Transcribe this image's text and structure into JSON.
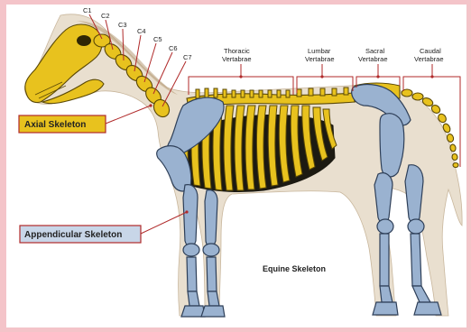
{
  "labels": {
    "axial_skeleton": "Axial Skeleton",
    "appendicular_skeleton": "Appendicular Skeleton",
    "figure_title": "Equine Skeleton",
    "thoracic": [
      "Thoracic",
      "Vertabrae"
    ],
    "lumbar": [
      "Lumbar",
      "Vertabrae"
    ],
    "sacral": [
      "Sacral",
      "Vertabrae"
    ],
    "caudal": [
      "Caudal",
      "Vertabrae"
    ],
    "cervical": [
      "C1",
      "C2",
      "C3",
      "C4",
      "C5",
      "C6",
      "C7"
    ]
  },
  "colors": {
    "axial": "#e8c21e",
    "appendicular": "#9ab2d0",
    "leader": "#b02a2a",
    "border": "#f4c4c9"
  }
}
